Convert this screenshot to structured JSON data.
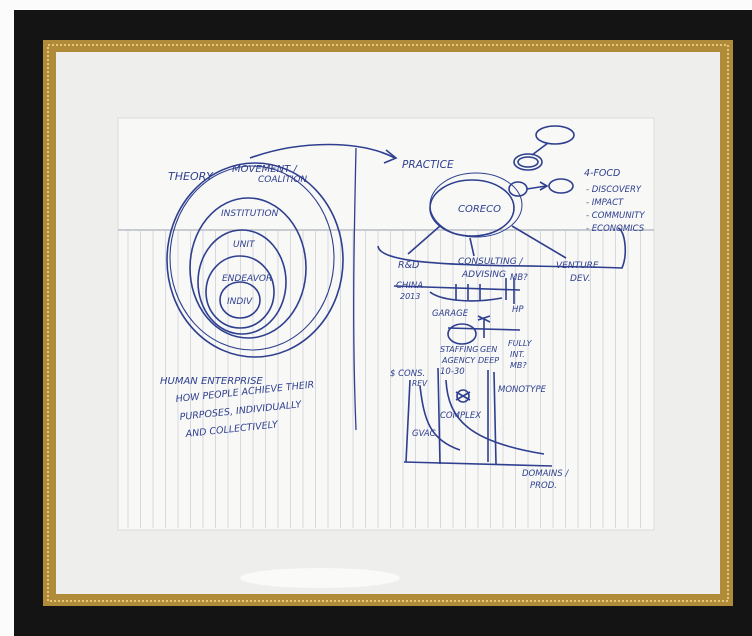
{
  "colors": {
    "frame": "#141414",
    "gold": "#b08b3a",
    "mat": "#eeeeec",
    "paper": "#f8f8f6",
    "ink": "#2e3f8f",
    "rules": "#c9cbd3"
  },
  "sketch": {
    "left": {
      "theory": "THEORY",
      "movement": "MOVEMENT /",
      "coalition": "COALITION",
      "institution": "INSTITUTION",
      "unit": "UNIT",
      "endeavor": "ENDEAVOR",
      "indiv": "INDIV",
      "human_enterprise": "HUMAN ENTERPRISE",
      "line1": "HOW PEOPLE ACHIEVE THEIR",
      "line2": "PURPOSES, INDIVIDUALLY",
      "line3": "AND COLLECTIVELY"
    },
    "right": {
      "practice": "PRACTICE",
      "coreco": "CORECO",
      "four_focus": "4-FOCD",
      "discovery": "- DISCOVERY",
      "impact": "- IMPACT",
      "community": "- COMMUNITY",
      "economics": "- ECONOMICS",
      "rd": "R&D",
      "consulting": "CONSULTING /",
      "advising": "ADVISING",
      "mb": "MB?",
      "venture": "VENTURE",
      "dev": "DEV.",
      "china": "CHINA",
      "year": "2013",
      "hp": "HP",
      "garage": "GARAGE",
      "staffing": "STAFFING",
      "agency": "AGENCY",
      "gen": "GEN",
      "deep": "DEEP",
      "fully": "FULLY",
      "int": "INT.",
      "mb_full": "MB?",
      "cons": "$ CONS.",
      "rev": "REV",
      "range": "10-30",
      "monotype": "MONOTYPE",
      "complex": "COMPLEX",
      "gvac": "GVAC",
      "domains": "DOMAINS /",
      "prod": "PROD."
    }
  }
}
